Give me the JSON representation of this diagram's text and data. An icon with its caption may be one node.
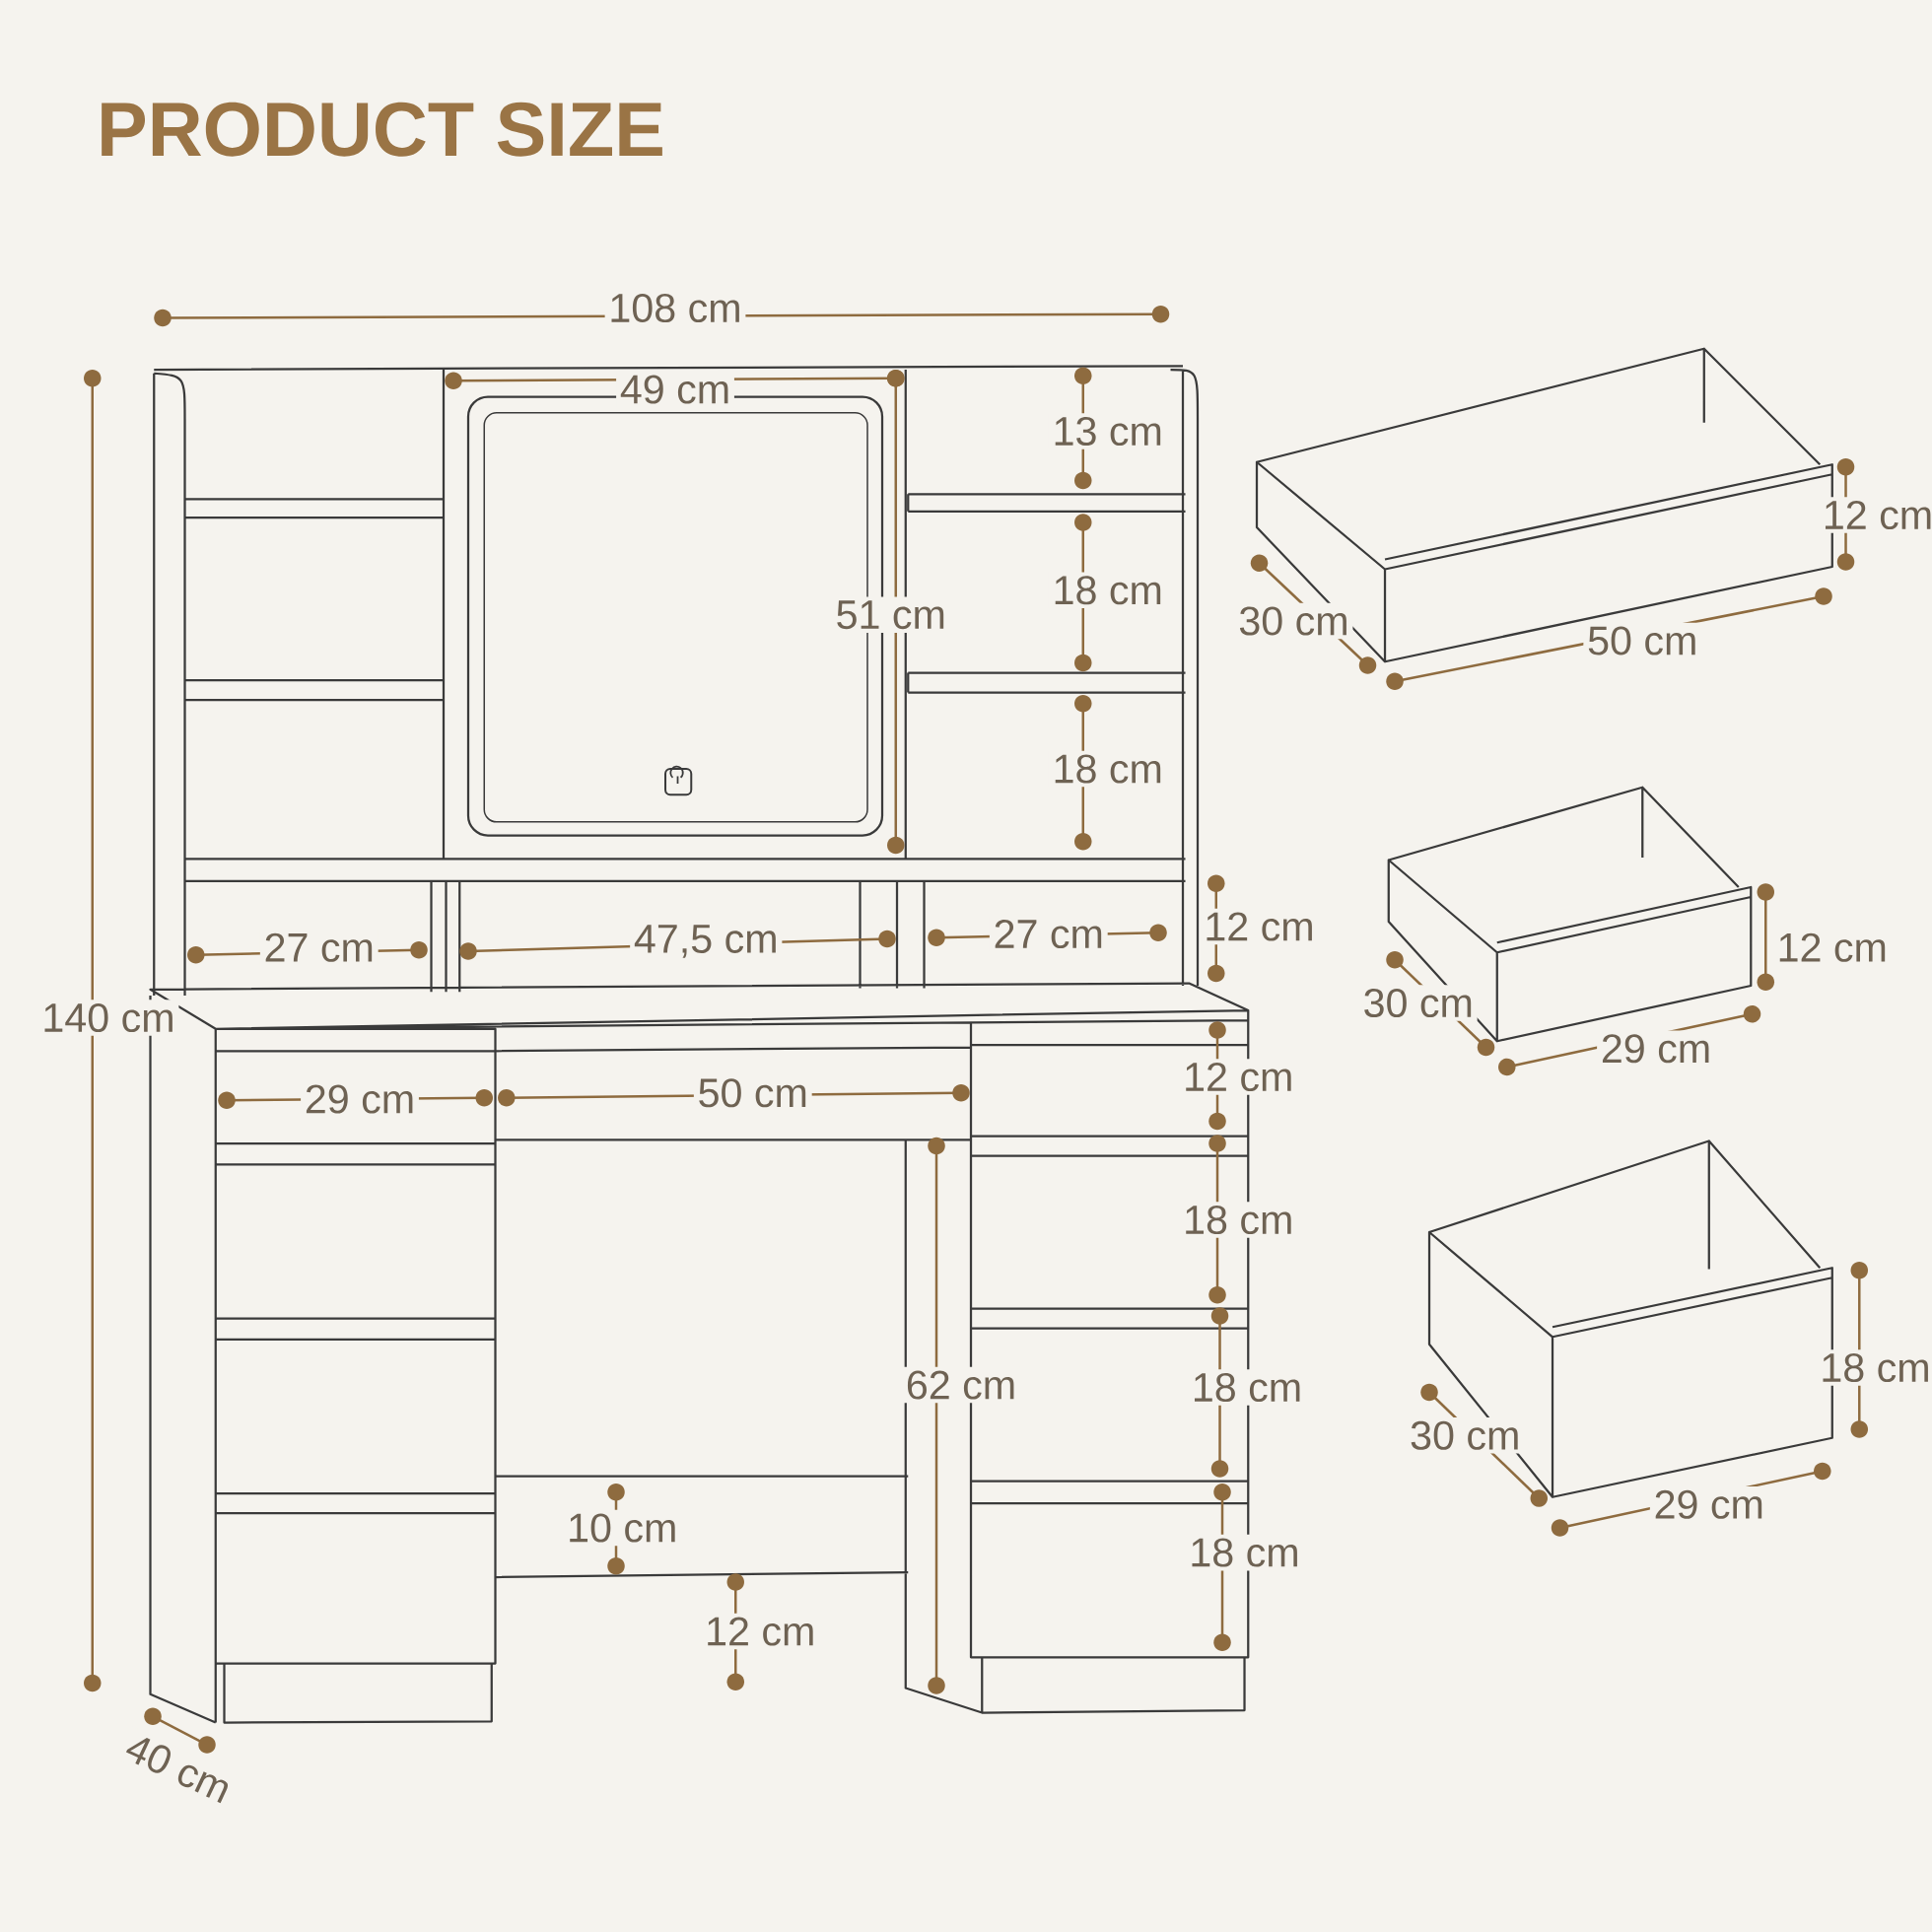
{
  "diagram": {
    "title": "PRODUCT SIZE",
    "labels": [
      "108 cm",
      "49 cm",
      "13 cm",
      "12 cm",
      "18 cm",
      "51 cm",
      "30 cm",
      "50 cm",
      "18 cm",
      "12 cm",
      "27 cm",
      "47,5 cm",
      "27 cm",
      "12 cm",
      "30 cm",
      "140 cm",
      "29 cm",
      "29 cm",
      "50 cm",
      "12 cm",
      "18 cm",
      "18 cm",
      "62 cm",
      "18 cm",
      "30 cm",
      "29 cm",
      "10 cm",
      "18 cm",
      "12 cm",
      "40 cm"
    ]
  }
}
